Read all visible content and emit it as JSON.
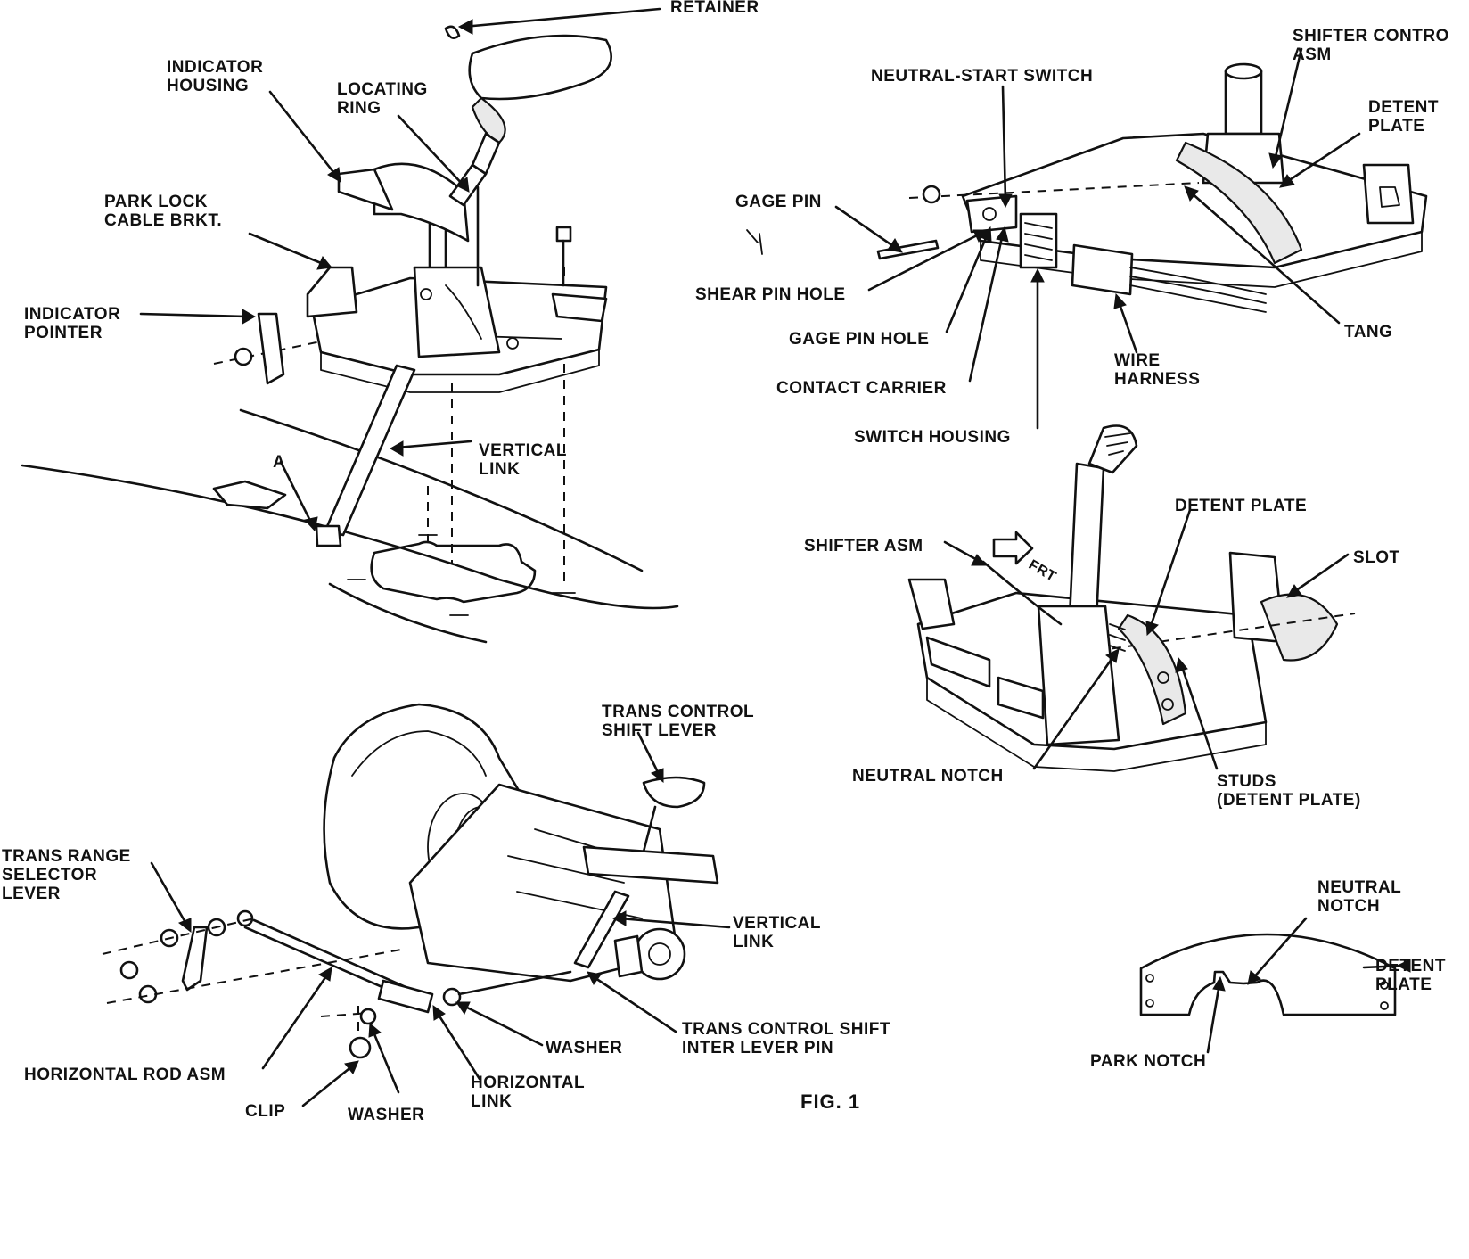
{
  "labels": {
    "retainer": "RETAINER",
    "indicator_housing": "INDICATOR\nHOUSING",
    "locating_ring": "LOCATING\nRING",
    "park_lock_cable_brkt": "PARK LOCK\nCABLE BRKT.",
    "indicator_pointer": "INDICATOR\nPOINTER",
    "vertical_link_top": "VERTICAL\nLINK",
    "point_a": "A",
    "shifter_control_asm": "SHIFTER CONTRO\nASM",
    "neutral_start_switch": "NEUTRAL-START SWITCH",
    "detent_plate_top": "DETENT\nPLATE",
    "gage_pin": "GAGE PIN",
    "shear_pin_hole": "SHEAR PIN HOLE",
    "gage_pin_hole": "GAGE PIN HOLE",
    "contact_carrier": "CONTACT CARRIER",
    "switch_housing": "SWITCH HOUSING",
    "wire_harness": "WIRE\nHARNESS",
    "tang": "TANG",
    "detent_plate_mid": "DETENT PLATE",
    "shifter_asm": "SHIFTER ASM",
    "frt": "FRT",
    "slot": "SLOT",
    "neutral_notch_mid": "NEUTRAL NOTCH",
    "studs_detent_plate": "STUDS\n(DETENT PLATE)",
    "trans_control_shift_lever": "TRANS CONTROL\nSHIFT LEVER",
    "trans_range_selector_lever": "TRANS RANGE\nSELECTOR\nLEVER",
    "vertical_link_bottom": "VERTICAL\nLINK",
    "trans_control_shift_inter_lever_pin": "TRANS CONTROL SHIFT\nINTER LEVER PIN",
    "washer_right": "WASHER",
    "horizontal_rod_asm": "HORIZONTAL ROD ASM",
    "clip": "CLIP",
    "washer_left": "WASHER",
    "horizontal_link": "HORIZONTAL\nLINK",
    "neutral_notch_bottom": "NEUTRAL\nNOTCH",
    "detent_plate_bottom": "DETENT\nPLATE",
    "park_notch": "PARK NOTCH",
    "figure_caption": "FIG. 1"
  }
}
